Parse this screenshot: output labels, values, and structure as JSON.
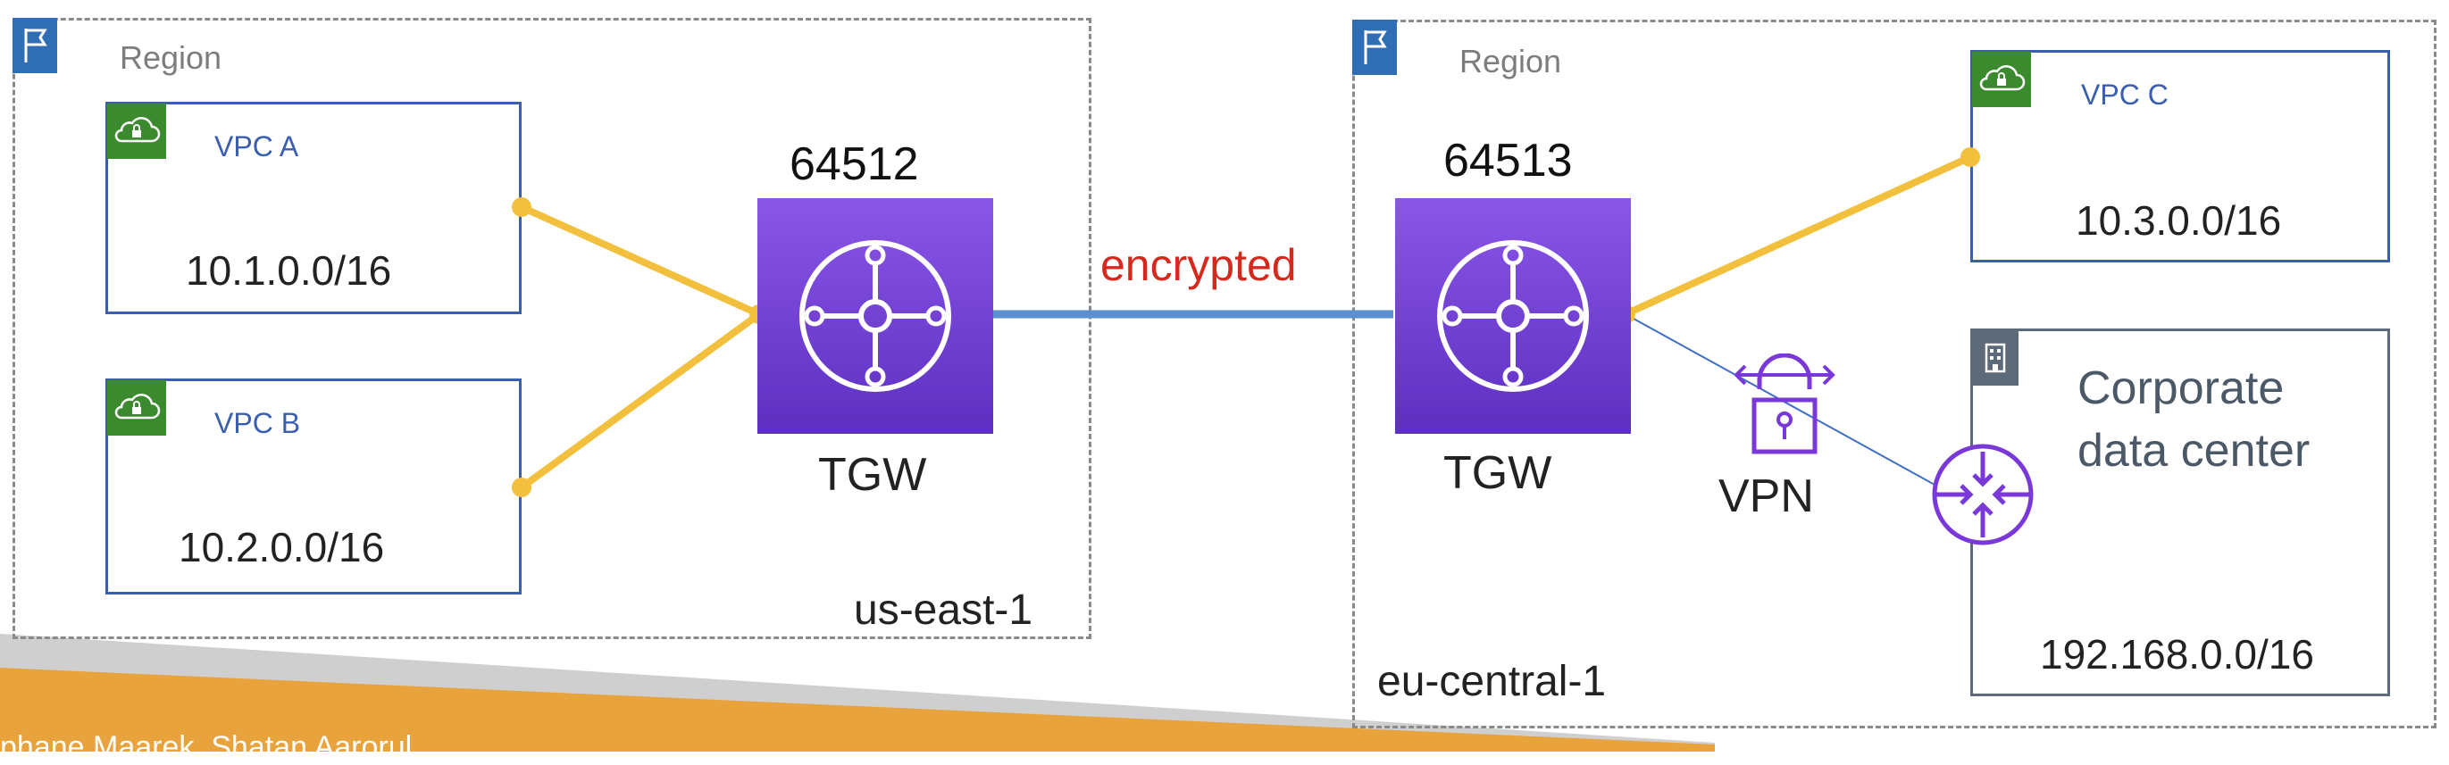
{
  "regions": [
    {
      "label": "Region",
      "name": "us-east-1"
    },
    {
      "label": "Region",
      "name": "eu-central-1"
    }
  ],
  "vpcs": [
    {
      "name": "VPC A",
      "cidr": "10.1.0.0/16"
    },
    {
      "name": "VPC B",
      "cidr": "10.2.0.0/16"
    },
    {
      "name": "VPC C",
      "cidr": "10.3.0.0/16"
    }
  ],
  "tgws": [
    {
      "asn": "64512",
      "label": "TGW"
    },
    {
      "asn": "64513",
      "label": "TGW"
    }
  ],
  "peering_label": "encrypted",
  "vpn_label": "VPN",
  "corporate": {
    "line1": "Corporate",
    "line2": "data center",
    "cidr": "192.168.0.0/16"
  },
  "footer": {
    "text": "phane Maarek, Shatan Aarorul"
  },
  "colors": {
    "vpc_border": "#3b5fb0",
    "vpc_icon": "#3b8a2e",
    "tgw_top": "#8a56e8",
    "tgw_bottom": "#5d2fc0",
    "attachment_line": "#f2c03c",
    "peering_line": "#5b8fd0",
    "vpn_line": "#3f6fc4",
    "encrypted_text": "#d6281c",
    "router_purple": "#7a38d8",
    "footer_orange": "#e8a33c"
  },
  "icons": [
    "flag-icon",
    "vpc-cloud-lock-icon",
    "transit-gateway-icon",
    "vpn-lock-icon",
    "router-icon",
    "building-icon"
  ]
}
